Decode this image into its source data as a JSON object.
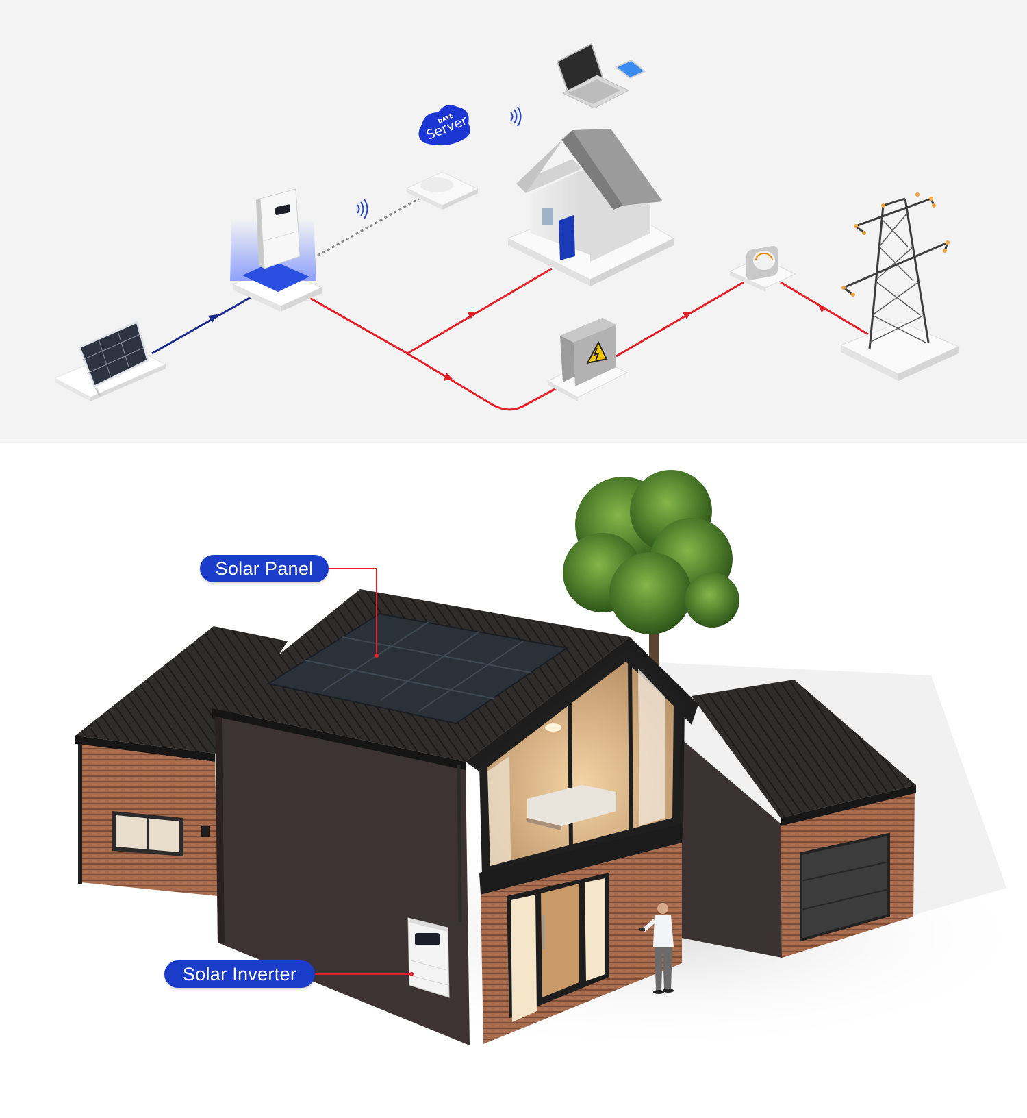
{
  "system_diagram": {
    "cloud_label": "Server",
    "cloud_brand": "DAYE",
    "colors": {
      "ac_line": "#e3202a",
      "dc_line": "#1c2a8a",
      "data_link": "#8a8a8a",
      "brand_blue": "#1a3cc8",
      "background": "#f3f3f3"
    },
    "icons": [
      "solar-panel-icon",
      "inverter-icon",
      "wifi-icon",
      "router-icon",
      "cloud-server-icon",
      "laptop-icon",
      "tablet-icon",
      "house-icon",
      "distribution-box-icon",
      "meter-icon",
      "transmission-tower-icon"
    ]
  },
  "house_illustration": {
    "callouts": {
      "solar_panel": "Solar Panel",
      "solar_inverter": "Solar Inverter"
    },
    "colors": {
      "callout_bg": "#1a3cc8",
      "leader_line": "#e3202a",
      "wall": "#3e3334",
      "roof": "#2b2a29",
      "wood": "#a0664a"
    }
  }
}
